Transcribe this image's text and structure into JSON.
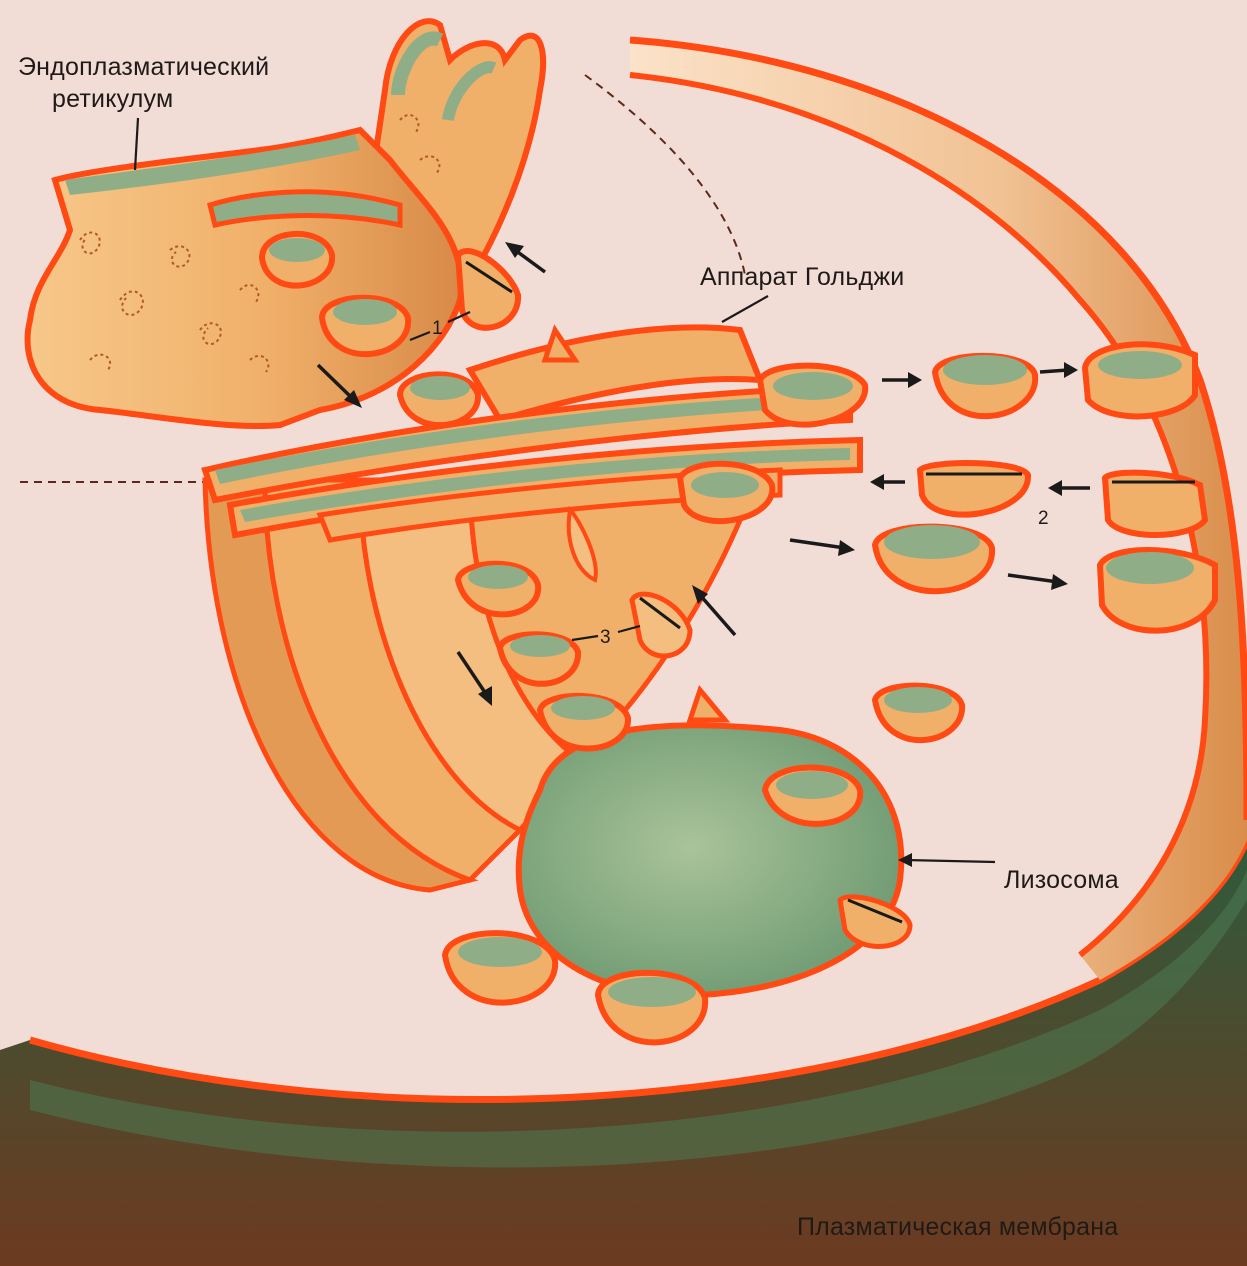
{
  "labels": {
    "er_line1": "Эндоплазматический",
    "er_line2": "ретикулум",
    "golgi": "Аппарат Гольджи",
    "lysosome": "Лизосома",
    "plasma_membrane": "Плазматическая мембрана",
    "num1": "1",
    "num2": "2",
    "num3": "3"
  },
  "colors": {
    "cytoplasm": "#f2dcd6",
    "membrane_edge": "#ff4a14",
    "organelle_body": "#f1b46e",
    "organelle_shadow": "#d98a45",
    "lumen": "#8fae88",
    "arrow": "#1a1a1a"
  }
}
